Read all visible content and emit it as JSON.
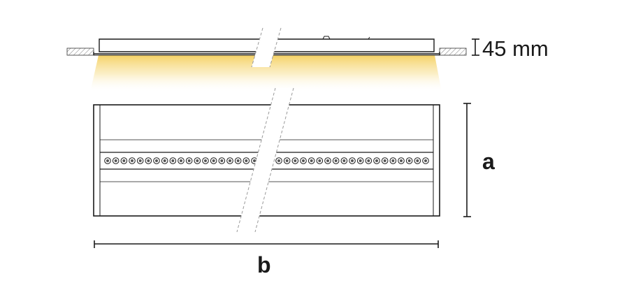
{
  "diagram": {
    "height_label": "45 mm",
    "dimension_a_label": "a",
    "dimension_b_label": "b",
    "led_count": 40,
    "colors": {
      "outline": "#1a1a1a",
      "light_glow": "#f7d874",
      "background": "#ffffff"
    }
  }
}
